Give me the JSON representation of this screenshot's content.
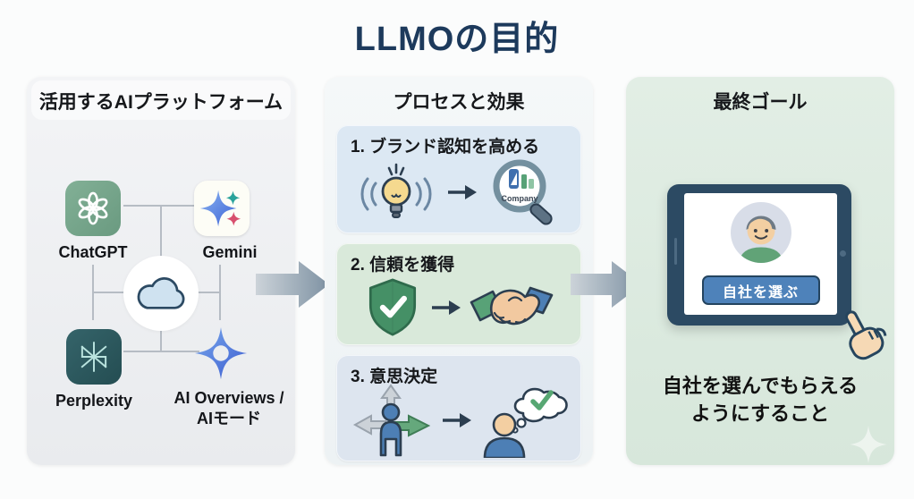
{
  "page": {
    "title": "LLMOの目的"
  },
  "colors": {
    "title": "#1d3a5c",
    "left_panel_bg": "#edeff1",
    "middle_panel_bg": "#eff4f6",
    "right_panel_bg": "#dbe9df",
    "step1_bg": "#dce8f3",
    "step2_bg": "#d9e9da",
    "step3_bg": "#dde5ef",
    "chatgpt_green": "#76a58a",
    "perplexity_teal": "#2e5a5f",
    "gemini_blue": "#4a6fd4",
    "ai_overviews_blue": "#3b5bd0",
    "tablet_frame": "#2c4a63",
    "button_blue": "#4e82ba",
    "shield_green": "#459066",
    "inter_arrow_gray": "#8fa0ae"
  },
  "platforms": {
    "header": "活用するAIプラットフォーム",
    "items": [
      {
        "label": "ChatGPT"
      },
      {
        "label": "Gemini"
      },
      {
        "label": "Perplexity"
      },
      {
        "label": "AI Overviews /",
        "label2": "AIモード"
      }
    ]
  },
  "process": {
    "header": "プロセスと効果",
    "steps": [
      {
        "label": "1. ブランド認知を高める"
      },
      {
        "label": "2. 信頼を獲得"
      },
      {
        "label": "3. 意思決定"
      }
    ],
    "magnifier_text": "Company"
  },
  "goal": {
    "header": "最終ゴール",
    "button_label": "自社を選ぶ",
    "caption_line1": "自社を選んでもらえる",
    "caption_line2": "ようにすること"
  }
}
